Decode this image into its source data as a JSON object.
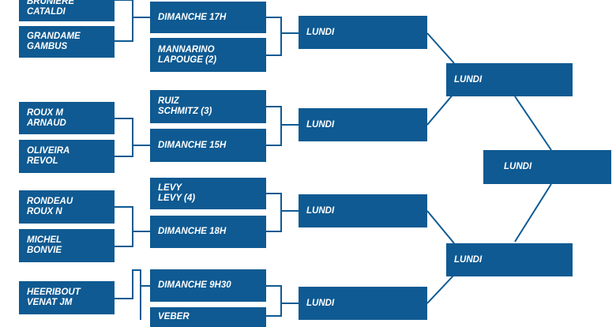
{
  "round1": [
    {
      "line1": "BRUNIERE",
      "line2": "CATALDI"
    },
    {
      "line1": "GRANDAME",
      "line2": "GAMBUS"
    },
    {
      "line1": "ROUX M",
      "line2": "ARNAUD"
    },
    {
      "line1": "OLIVEIRA",
      "line2": "REVOL"
    },
    {
      "line1": "RONDEAU",
      "line2": "ROUX N"
    },
    {
      "line1": "MICHEL",
      "line2": "BONVIE"
    },
    {
      "line1": "HEERIBOUT",
      "line2": "VENAT JM"
    }
  ],
  "round2": [
    {
      "line1": "DIMANCHE 17H",
      "line2": ""
    },
    {
      "line1": "MANNARINO",
      "line2": "LAPOUGE (2)"
    },
    {
      "line1": "RUIZ",
      "line2": "SCHMITZ (3)"
    },
    {
      "line1": "DIMANCHE 15H",
      "line2": ""
    },
    {
      "line1": "LEVY",
      "line2": "LEVY (4)"
    },
    {
      "line1": "DIMANCHE 18H",
      "line2": ""
    },
    {
      "line1": "DIMANCHE 9H30",
      "line2": ""
    },
    {
      "line1": "VEBER",
      "line2": ""
    }
  ],
  "round3": [
    "LUNDI",
    "LUNDI",
    "LUNDI",
    "LUNDI"
  ],
  "round4": [
    "LUNDI",
    "LUNDI"
  ],
  "final": "LUNDI",
  "colors": {
    "box": "#0f5a92",
    "line": "#0f5a92",
    "text": "#ffffff"
  }
}
